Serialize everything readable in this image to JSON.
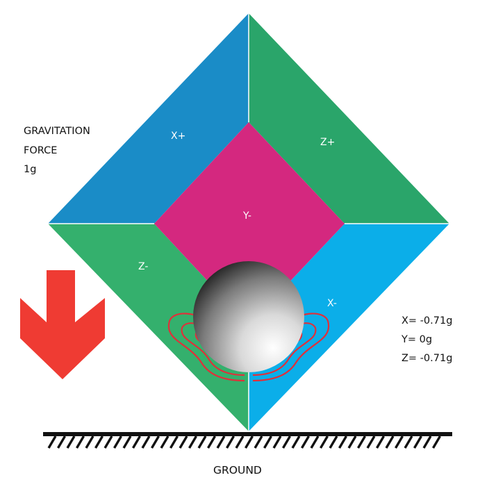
{
  "gravity": {
    "lines": [
      "GRAVITATION",
      "FORCE",
      "1g"
    ],
    "arrow_color": "#ef3b33"
  },
  "faces": {
    "x_plus": {
      "label": "X+",
      "color": "#1a8cc7"
    },
    "z_plus": {
      "label": "Z+",
      "color": "#2aa56a"
    },
    "y_minus": {
      "label": "Y-",
      "color": "#d4287f"
    },
    "z_minus": {
      "label": "Z-",
      "color": "#34b06d"
    },
    "x_minus": {
      "label": "X-",
      "color": "#0baee9"
    }
  },
  "readings": {
    "x": "X= -0.71g",
    "y": "Y= 0g",
    "z": "Z= -0.71g"
  },
  "ground": {
    "label": "GROUND"
  },
  "contact_color": "#e0303a"
}
